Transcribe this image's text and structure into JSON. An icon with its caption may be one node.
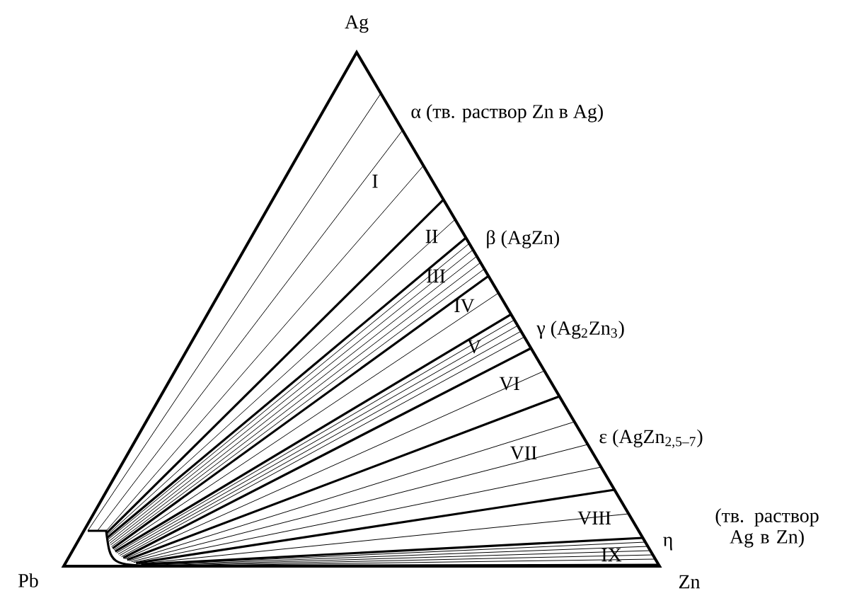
{
  "diagram": {
    "labels": [
      "Ag",
      "α (тв. раствор Zn в Ag)",
      "I",
      "II",
      "β (AgZn)",
      "III",
      "IV",
      "γ (Ag$_{2}$Zn$_{3}$)",
      "V",
      "VI",
      "ε (AgZn$_{2,5–7}$)",
      "VII",
      "VIII",
      "(тв. раствор Ag в Zn)",
      "η",
      "IX",
      "Pb",
      "Zn"
    ]
  }
}
